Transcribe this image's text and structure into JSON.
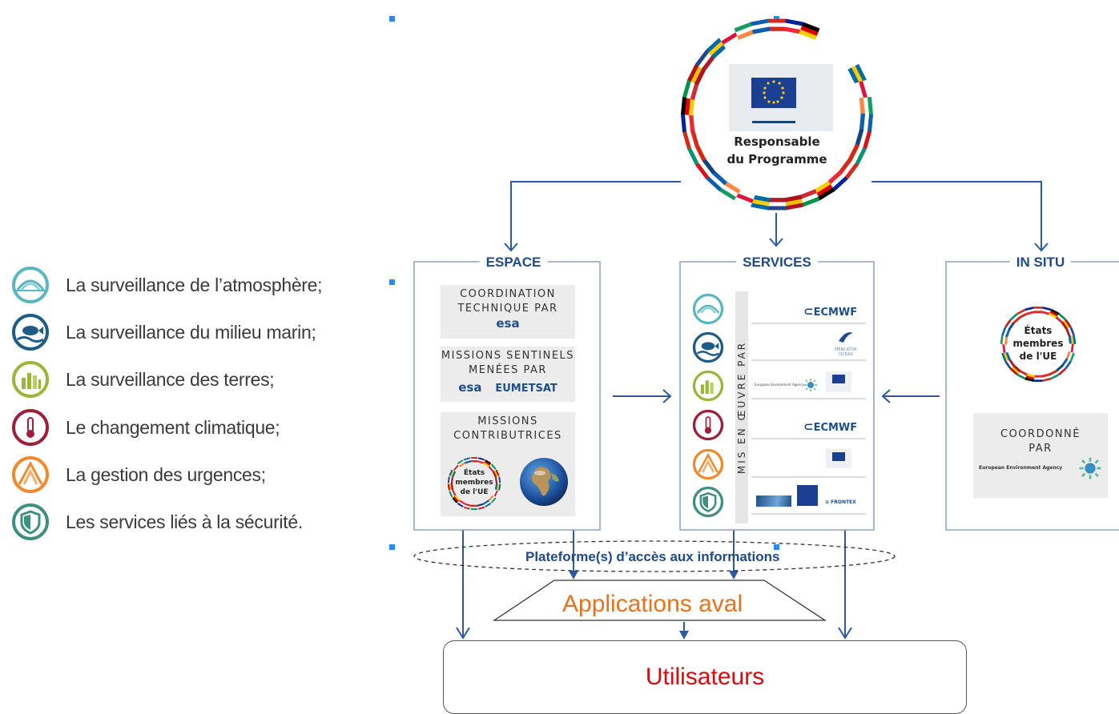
{
  "legend": [
    {
      "icon": "atmosphere-icon",
      "label": "La surveillance de l’atmosphère;",
      "color": "#5cb6bd"
    },
    {
      "icon": "marine-icon",
      "label": "La surveillance du milieu marin;",
      "color": "#1f5b86"
    },
    {
      "icon": "land-icon",
      "label": "La surveillance des terres;",
      "color": "#9bb53c"
    },
    {
      "icon": "climate-icon",
      "label": "Le changement climatique;",
      "color": "#9e1f3a"
    },
    {
      "icon": "emergency-icon",
      "label": "La gestion des urgences;",
      "color": "#f08a2c"
    },
    {
      "icon": "security-icon",
      "label": "Les services liés à la sécurité.",
      "color": "#3f8f80"
    }
  ],
  "top": {
    "line1": "Responsable",
    "line2": "du Programme"
  },
  "espace": {
    "title": "ESPACE",
    "box1": {
      "line1": "COORDINATION",
      "line2": "TECHNIQUE PAR",
      "logo": "esa"
    },
    "box2": {
      "line1": "MISSIONS SENTINELS",
      "line2": "MENÉES PAR",
      "logo1": "esa",
      "logo2": "EUMETSAT"
    },
    "box3": {
      "line1": "MISSIONS",
      "line2": "CONTRIBUTRICES",
      "ring_line1": "États",
      "ring_line2": "membres",
      "ring_line3": "de l'UE"
    }
  },
  "services": {
    "title": "SERVICES",
    "vertical": "MIS EN ŒUVRE PAR",
    "rows": [
      {
        "icon": "atmosphere-icon",
        "logo": "ECMWF"
      },
      {
        "icon": "marine-icon",
        "logo": "MERCATOR OCEAN"
      },
      {
        "icon": "land-icon",
        "logo": "European Environment Agency"
      },
      {
        "icon": "climate-icon",
        "logo": "ECMWF"
      },
      {
        "icon": "emergency-icon",
        "logo": ""
      },
      {
        "icon": "security-icon",
        "logo": "FRONTEX"
      }
    ]
  },
  "insitu": {
    "title": "IN SITU",
    "ring_line1": "États",
    "ring_line2": "membres",
    "ring_line3": "de l'UE",
    "coord_line1": "COORDONNÉ",
    "coord_line2": "PAR",
    "agency": "European Environment Agency"
  },
  "platform": "Plateforme(s) d’accès aux informations",
  "applications": "Applications aval",
  "users": "Utilisateurs",
  "colors": {
    "arrow": "#2c5a9e",
    "title": "#1f4a87",
    "apps": "#e8711f",
    "users": "#d40d0d"
  }
}
